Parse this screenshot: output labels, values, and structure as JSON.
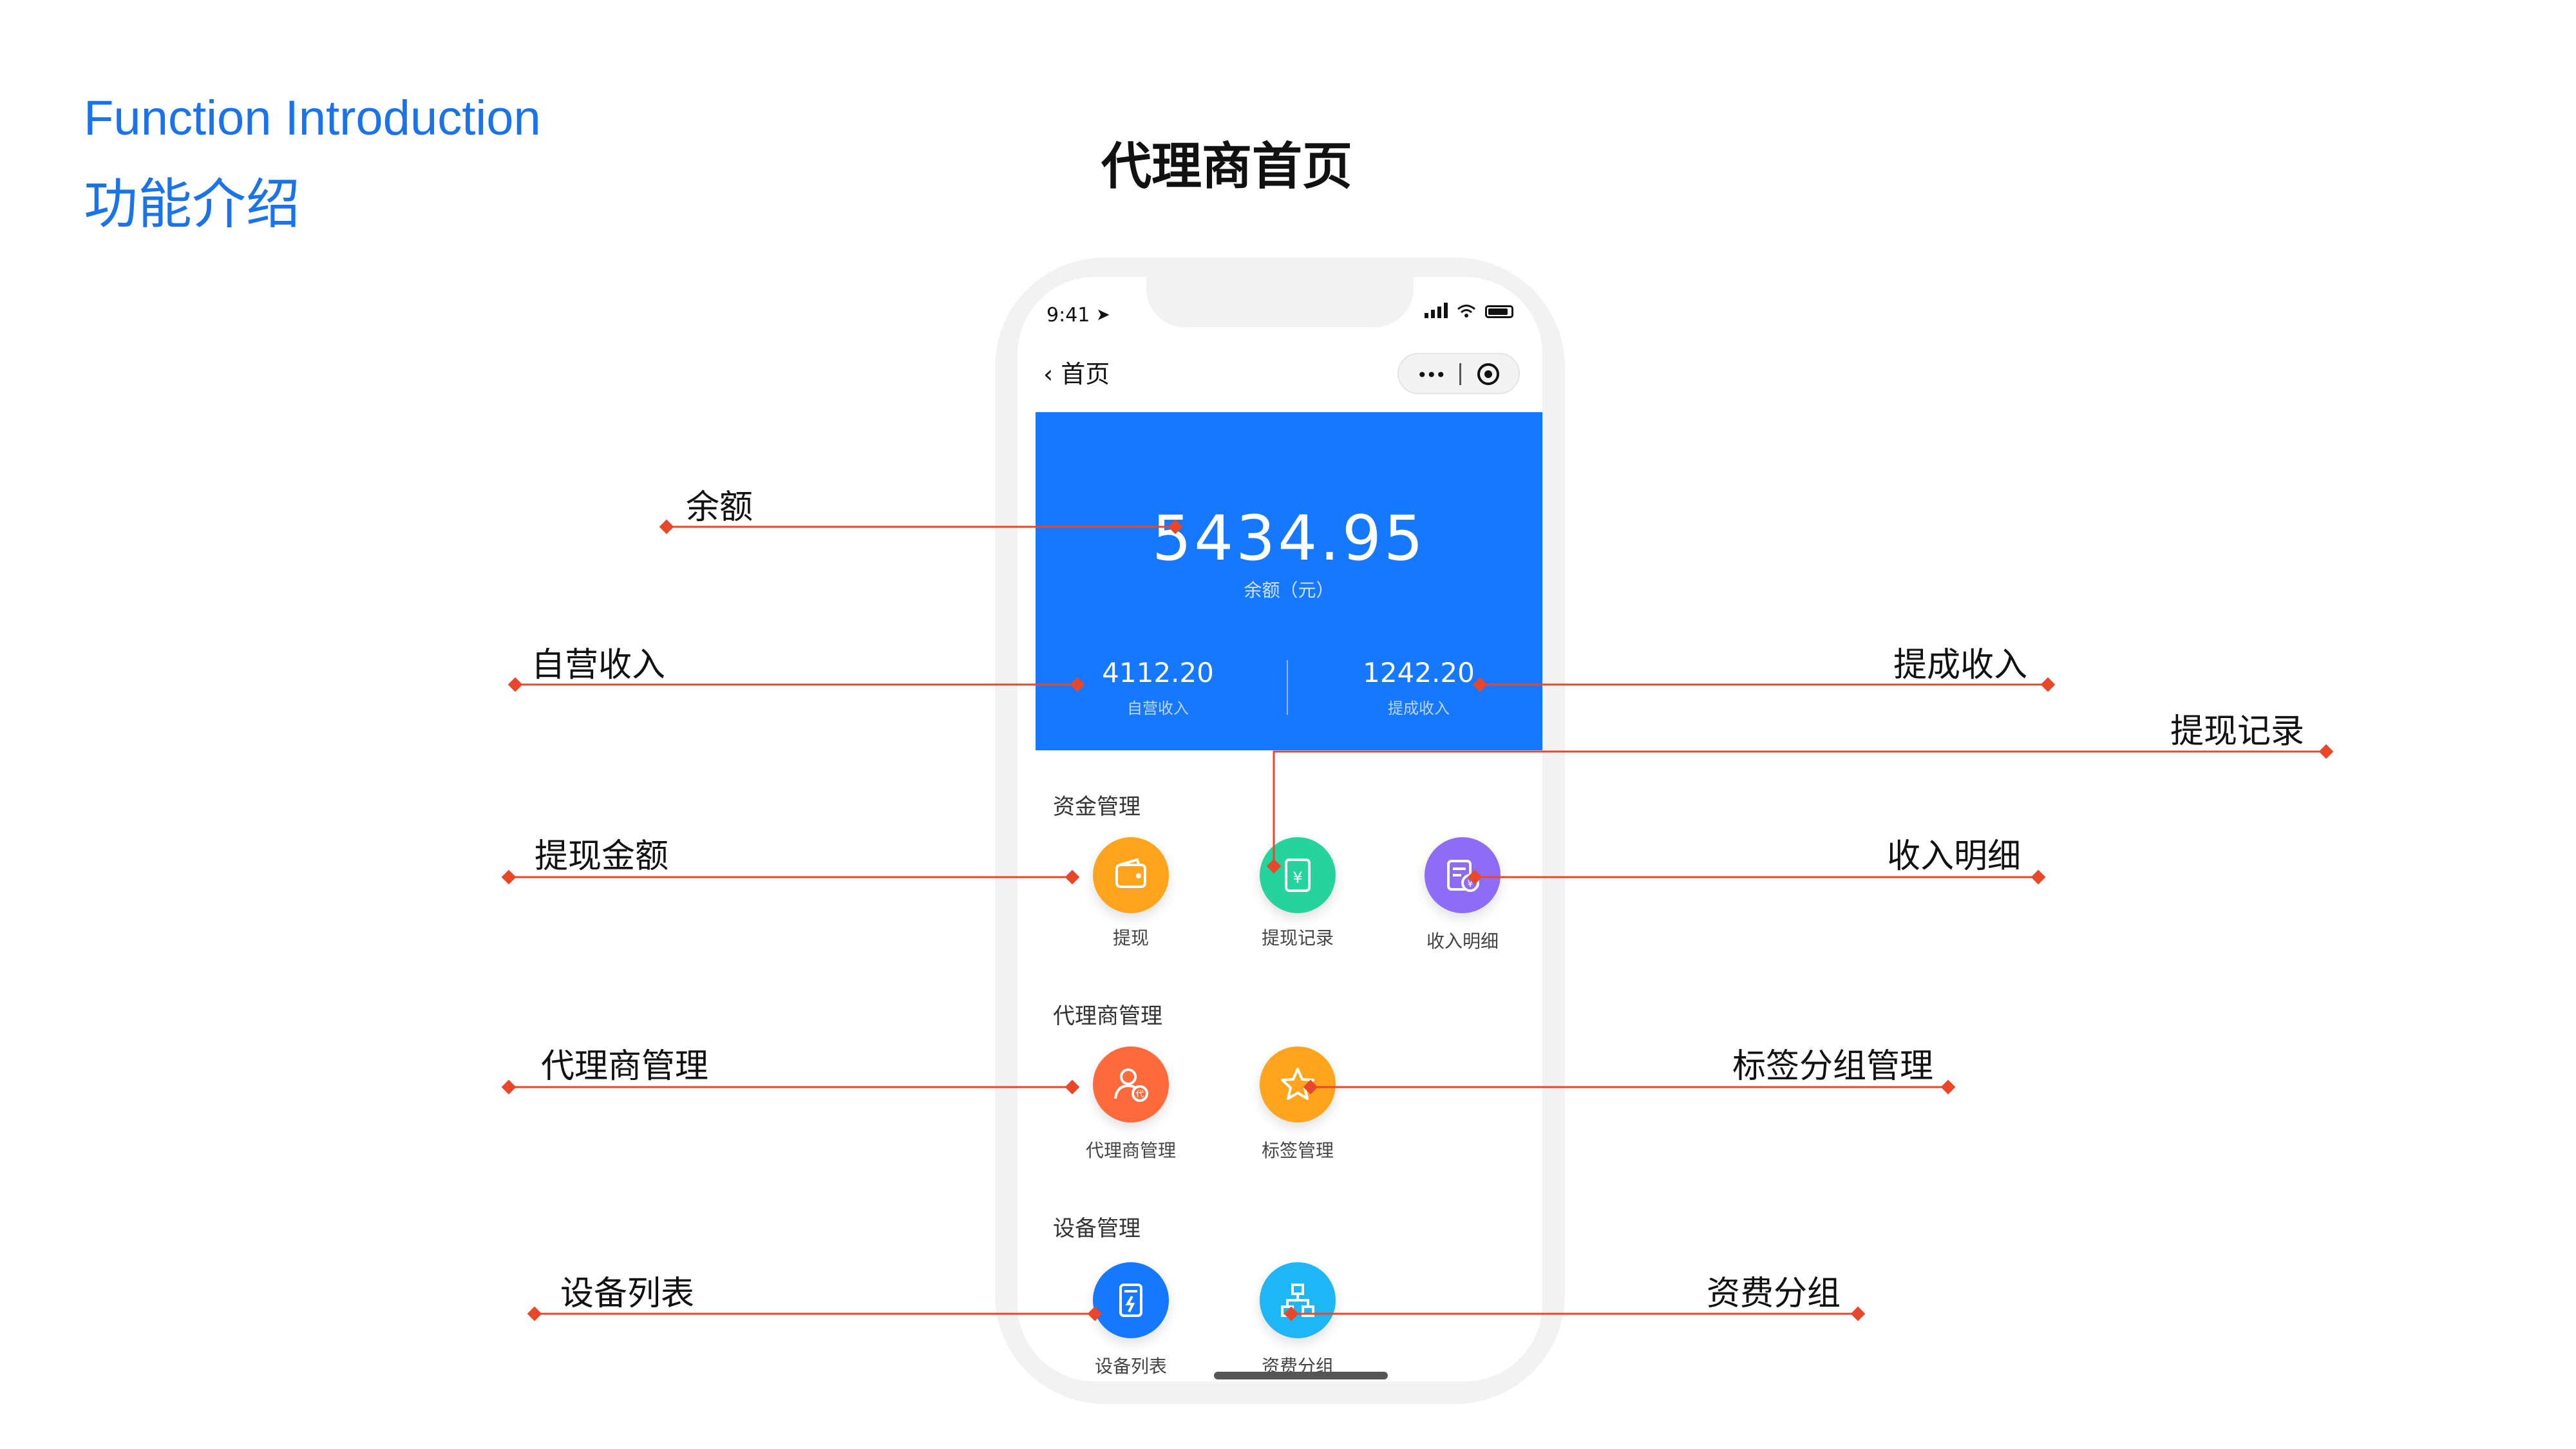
{
  "header": {
    "title_en": "Function Introduction",
    "title_cn": "功能介绍"
  },
  "page_title": "代理商首页",
  "status_bar": {
    "time": "9:41"
  },
  "nav": {
    "back_label": "首页"
  },
  "balance_card": {
    "amount": "5434.95",
    "amount_label": "余额（元）",
    "stats": [
      {
        "value": "4112.20",
        "label": "自营收入"
      },
      {
        "value": "1242.20",
        "label": "提成收入"
      }
    ]
  },
  "sections": [
    {
      "title": "资金管理",
      "items": [
        {
          "label": "提现",
          "icon": "wallet-icon",
          "color": "#ffa41c"
        },
        {
          "label": "提现记录",
          "icon": "yuan-doc-icon",
          "color": "#26d39d"
        },
        {
          "label": "收入明细",
          "icon": "income-list-icon",
          "color": "#8f6cf5"
        }
      ]
    },
    {
      "title": "代理商管理",
      "items": [
        {
          "label": "代理商管理",
          "icon": "agent-user-icon",
          "color": "#ff6a3d"
        },
        {
          "label": "标签管理",
          "icon": "star-icon",
          "color": "#ffa41c"
        }
      ]
    },
    {
      "title": "设备管理",
      "items": [
        {
          "label": "设备列表",
          "icon": "device-icon",
          "color": "#1677ff"
        },
        {
          "label": "资费分组",
          "icon": "hierarchy-icon",
          "color": "#1fb6f5"
        }
      ]
    }
  ],
  "annotations": {
    "balance": "余额",
    "self_income": "自营收入",
    "commission_income": "提成收入",
    "withdraw_records": "提现记录",
    "withdraw_amount": "提现金额",
    "income_detail": "收入明细",
    "agent_management": "代理商管理",
    "tag_group_management": "标签分组管理",
    "device_list": "设备列表",
    "tariff_group": "资费分组"
  },
  "colors": {
    "accent_blue": "#1a73e8",
    "card_blue": "#1677ff",
    "annotation_red": "#e8472a"
  }
}
